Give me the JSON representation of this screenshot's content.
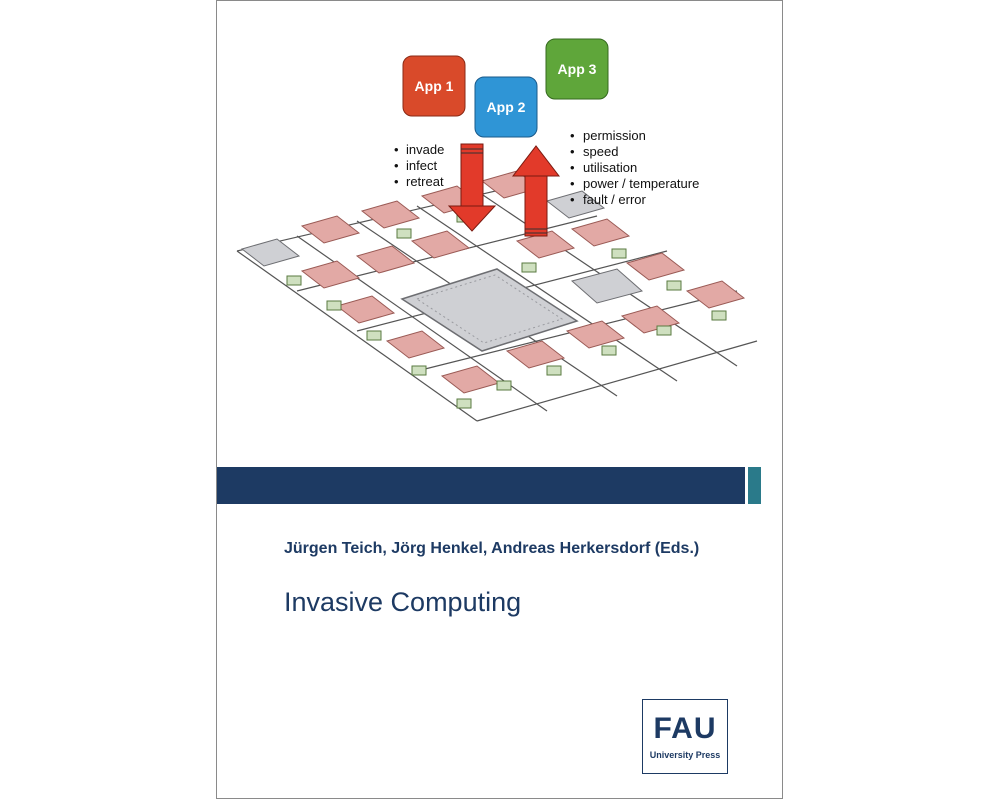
{
  "figure": {
    "apps": [
      {
        "label": "App 1",
        "color": "#d94a2a"
      },
      {
        "label": "App 2",
        "color": "#2f95d6"
      },
      {
        "label": "App 3",
        "color": "#5fa63a"
      }
    ],
    "left_bullets": [
      "invade",
      "infect",
      "retreat"
    ],
    "right_bullets": [
      "permission",
      "speed",
      "utilisation",
      "power / temperature",
      "fault / error"
    ],
    "arrow_color": "#e23a2a"
  },
  "cover": {
    "authors": "Jürgen Teich, Jörg Henkel, Andreas Herkersdorf (Eds.)",
    "title": "Invasive Computing",
    "band_color": "#1d3a63",
    "accent_color": "#2a7a8a"
  },
  "publisher": {
    "logo": "FAU",
    "name": "University Press"
  }
}
